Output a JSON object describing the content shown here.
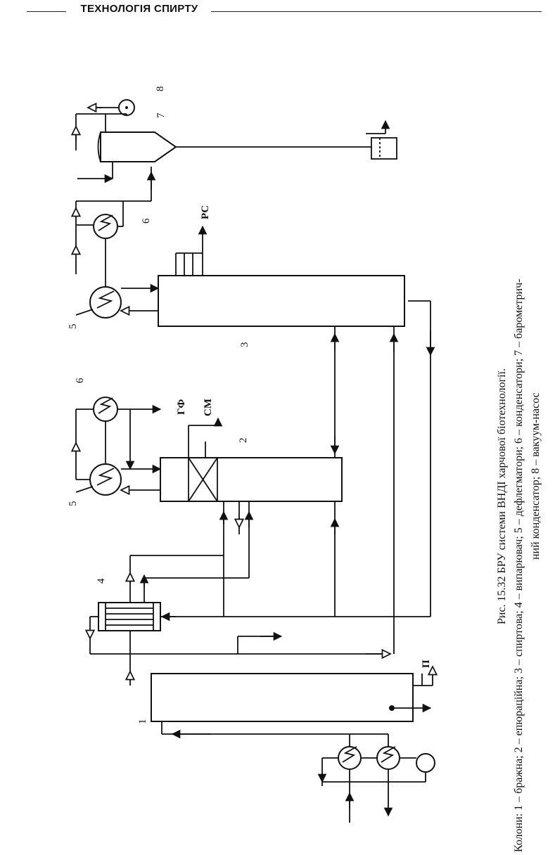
{
  "header": {
    "title": "ТЕХНОЛОГІЯ СПИРТУ",
    "page_number": ""
  },
  "figure": {
    "labels": {
      "c1": "1",
      "c2": "2",
      "c3": "3",
      "c4": "4",
      "c5a": "5",
      "c5b": "5",
      "c6a": "6",
      "c6b": "6",
      "c7": "7",
      "c8": "8",
      "gf": "ГФ",
      "sm": "СМ",
      "rs": "РС",
      "p": "П"
    }
  },
  "caption": {
    "title": "Рис. 15.32 БРУ системи ВНДІ харчової біотехнології.",
    "legend_line1": "Колони: 1 – бражна; 2 – епюраційна; 3 – спиртова; 4 – випарювач; 5 – дефлегматори; 6 – конденсатори; 7 – барометрич-",
    "legend_line2": "ний конденсатор; 8 – вакуум-насос"
  }
}
